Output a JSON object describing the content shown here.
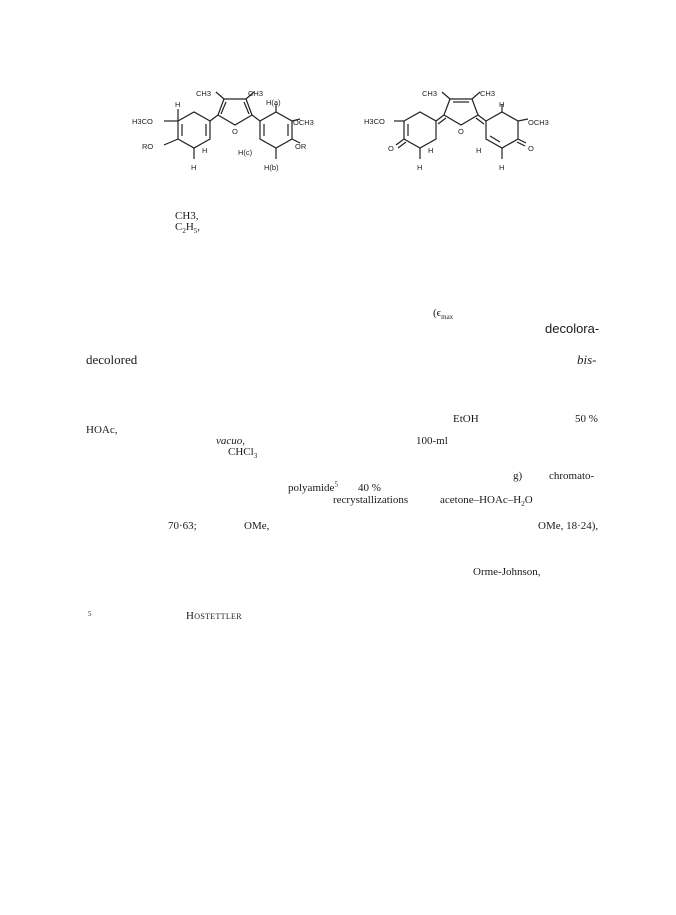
{
  "figure": {
    "left_structure": {
      "labels": {
        "ch3_a": "CH3",
        "ch3_b": "CH3",
        "h3co": "H3CO",
        "och3": "OCH3",
        "ro": "RO",
        "or": "OR",
        "h_top_left": "H",
        "h_mid_left": "H",
        "h_bottom_left": "H",
        "h_a": "H(a)",
        "h_b": "H(b)",
        "h_c": "H(c)",
        "o": "O"
      }
    },
    "right_structure": {
      "labels": {
        "ch3_a": "CH3",
        "ch3_b": "CH3",
        "h3co": "H3CO",
        "och3": "OCH3",
        "o_ring": "O",
        "o_left": "O",
        "o_right": "O",
        "h_top_right": "H",
        "h_left_1": "H",
        "h_left_2": "H",
        "h_right_1": "H",
        "h_right_2": "H"
      }
    }
  },
  "text": {
    "r1": "CH3,",
    "r2": "C2H5,",
    "emax": "(ϵmax",
    "decolora": "decolora-",
    "decolored": "decolored",
    "bis": "bis-",
    "etoh": "EtOH",
    "pct50": "50 %",
    "hoac": "HOAc,",
    "vacuo": "vacuo,",
    "ml100": "100-ml",
    "chcl3": "CHCl3",
    "g": "g)",
    "chromato": "chromato-",
    "polyamide": "polyamide",
    "fn_mark": "5",
    "pct40": "40 %",
    "recryst": "recrystallizations",
    "solvent": "acetone–HOAc–H2O",
    "v7063": "70·63;",
    "ome1": "OMe,",
    "ome2": "OMe, 18·24),",
    "orme": "Orme-Johnson,",
    "fn_num": "5",
    "hostettler": "Hostettler"
  }
}
